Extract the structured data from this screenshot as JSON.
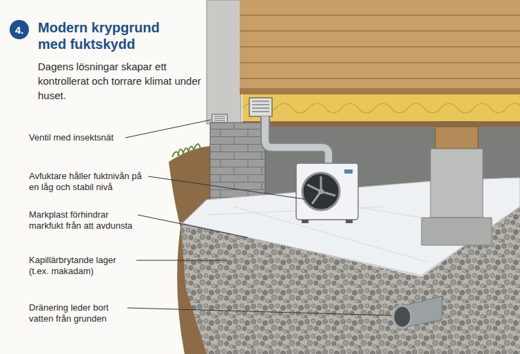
{
  "diagram": {
    "title": "Modern krypgrund med fuktskydd",
    "caption": "Dagens lösningar skapar ett kontrollerat och torrare klimat under huset.",
    "nodes": [
      {
        "text": [
          "4."
        ]
      }
    ],
    "labels": [
      "Ventil med insektsnät",
      "Avfuktare håller fuktnivån på en låg och stabil nivå",
      "Markplast förhindrar markfukt från att avdunsta",
      "Kapillärbrytande lager (t.ex. makadam)",
      "Dränering leder bort vatten från grunden"
    ]
  }
}
